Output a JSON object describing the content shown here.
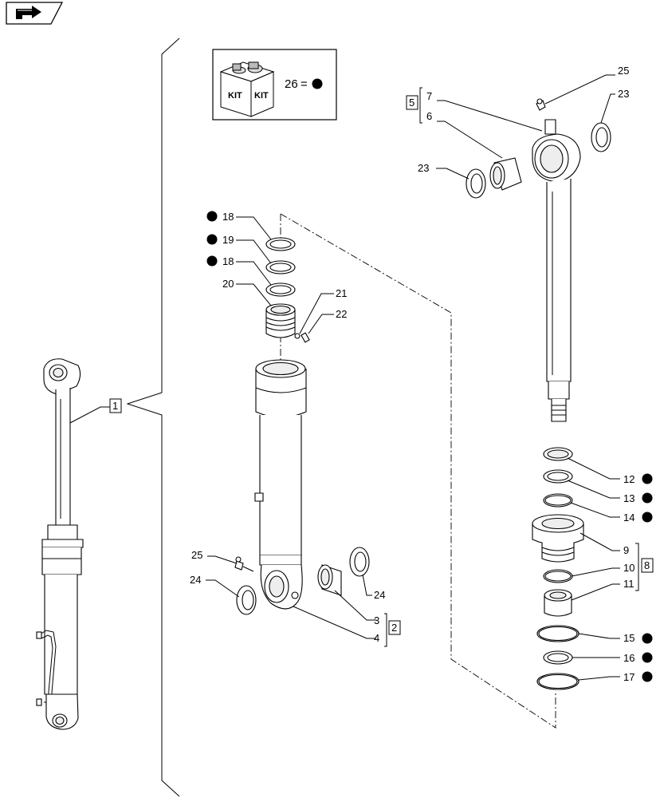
{
  "nav_icon": {
    "icon": "return-arrow-icon"
  },
  "kit": {
    "box_label_1": "KIT",
    "box_label_2": "KIT",
    "number": "26",
    "symbol": "="
  },
  "callouts": {
    "c1": "1",
    "c2": "2",
    "c3": "3",
    "c4": "4",
    "c5": "5",
    "c6": "6",
    "c7": "7",
    "c8": "8",
    "c9": "9",
    "c10": "10",
    "c11": "11",
    "c12": "12",
    "c13": "13",
    "c14": "14",
    "c15": "15",
    "c16": "16",
    "c17": "17",
    "c18a": "18",
    "c18b": "18",
    "c19": "19",
    "c20": "20",
    "c21": "21",
    "c22": "22",
    "c23a": "23",
    "c23b": "23",
    "c24a": "24",
    "c24b": "24",
    "c25a": "25",
    "c25b": "25"
  },
  "kit_marker_items": [
    "12",
    "13",
    "14",
    "15",
    "16",
    "17",
    "18",
    "19",
    "18",
    "26"
  ]
}
